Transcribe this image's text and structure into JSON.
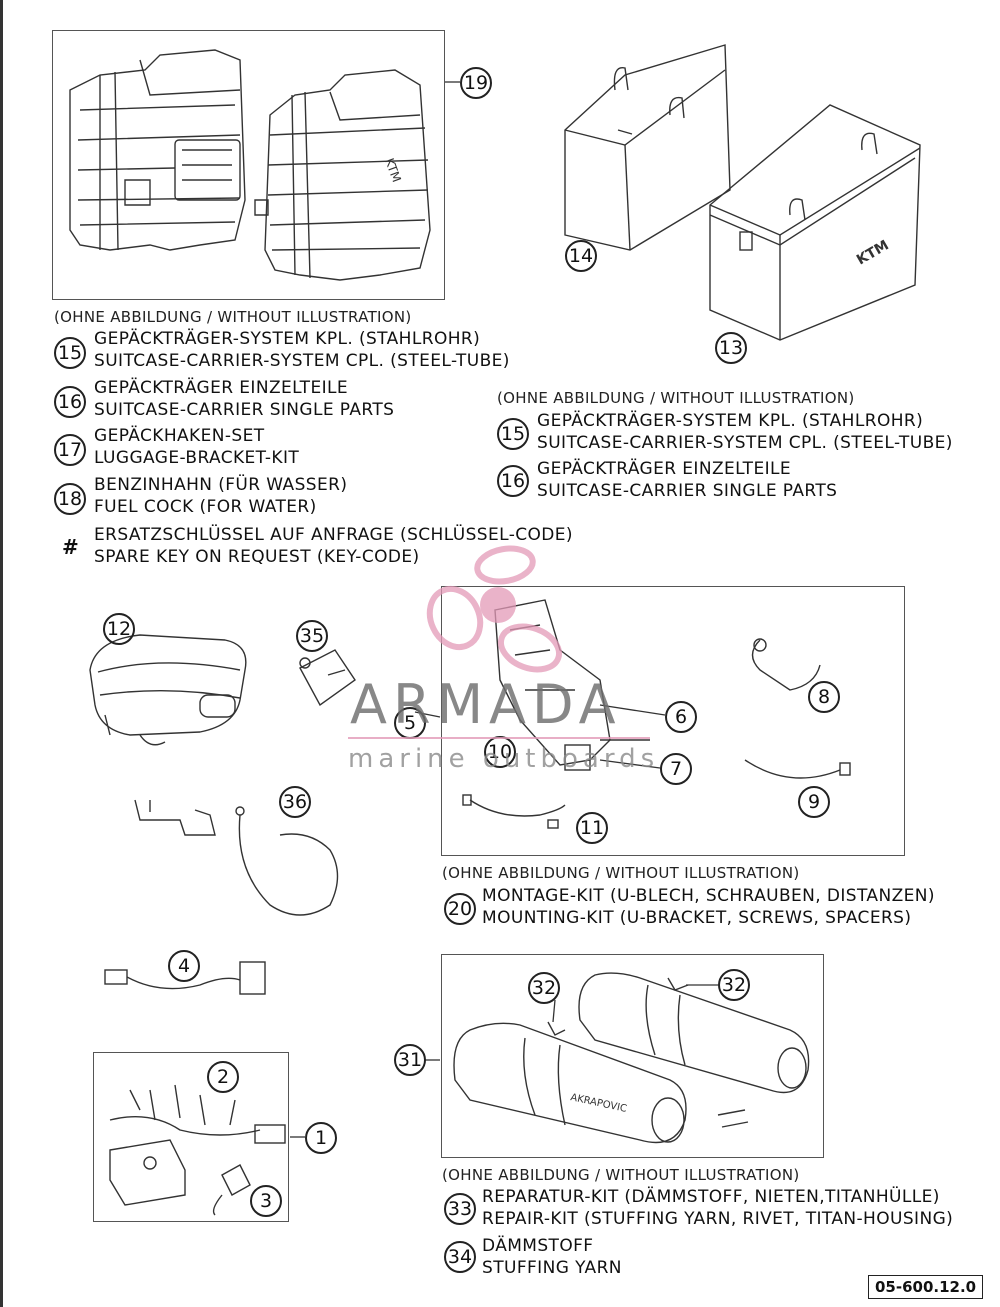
{
  "callouts": {
    "c19": "19",
    "c14": "14",
    "c13": "13",
    "c12": "12",
    "c35": "35",
    "c5": "5",
    "c6": "6",
    "c7": "7",
    "c8": "8",
    "c9": "9",
    "c10": "10",
    "c11": "11",
    "c36": "36",
    "c4": "4",
    "c2": "2",
    "c1": "1",
    "c3": "3",
    "c31": "31",
    "c32a": "32",
    "c32b": "32"
  },
  "notes": {
    "without_illustration": "(OHNE ABBILDUNG / WITHOUT ILLUSTRATION)"
  },
  "legend_left": [
    {
      "num": "15",
      "de": "GEPÄCKTRÄGER-SYSTEM KPL. (STAHLROHR)",
      "en": "SUITCASE-CARRIER-SYSTEM CPL. (STEEL-TUBE)"
    },
    {
      "num": "16",
      "de": "GEPÄCKTRÄGER EINZELTEILE",
      "en": "SUITCASE-CARRIER SINGLE PARTS"
    },
    {
      "num": "17",
      "de": "GEPÄCKHAKEN-SET",
      "en": "LUGGAGE-BRACKET-KIT"
    },
    {
      "num": "18",
      "de": "BENZINHAHN (FÜR WASSER)",
      "en": "FUEL COCK (FOR WATER)"
    },
    {
      "num": "#",
      "de": "ERSATZSCHLÜSSEL AUF ANFRAGE (SCHLÜSSEL-CODE)",
      "en": "SPARE KEY ON REQUEST (KEY-CODE)"
    }
  ],
  "legend_right": [
    {
      "num": "15",
      "de": "GEPÄCKTRÄGER-SYSTEM KPL. (STAHLROHR)",
      "en": "SUITCASE-CARRIER-SYSTEM CPL. (STEEL-TUBE)"
    },
    {
      "num": "16",
      "de": "GEPÄCKTRÄGER EINZELTEILE",
      "en": "SUITCASE-CARRIER SINGLE PARTS"
    }
  ],
  "legend_mid": [
    {
      "num": "20",
      "de": "MONTAGE-KIT (U-BLECH, SCHRAUBEN, DISTANZEN)",
      "en": "MOUNTING-KIT (U-BRACKET, SCREWS, SPACERS)"
    }
  ],
  "legend_bottom": [
    {
      "num": "33",
      "de": "REPARATUR-KIT (DÄMMSTOFF, NIETEN,TITANHÜLLE)",
      "en": "REPAIR-KIT (STUFFING YARN, RIVET, TITAN-HOUSING)"
    },
    {
      "num": "34",
      "de": "DÄMMSTOFF",
      "en": "STUFFING YARN"
    }
  ],
  "watermark": {
    "title": "ARMADA",
    "subtitle": "marine outboards"
  },
  "labels": {
    "brand_box": "KTM",
    "exhaust_brand": "AKRAPOVIC"
  },
  "page_code": "05-600.12.0"
}
